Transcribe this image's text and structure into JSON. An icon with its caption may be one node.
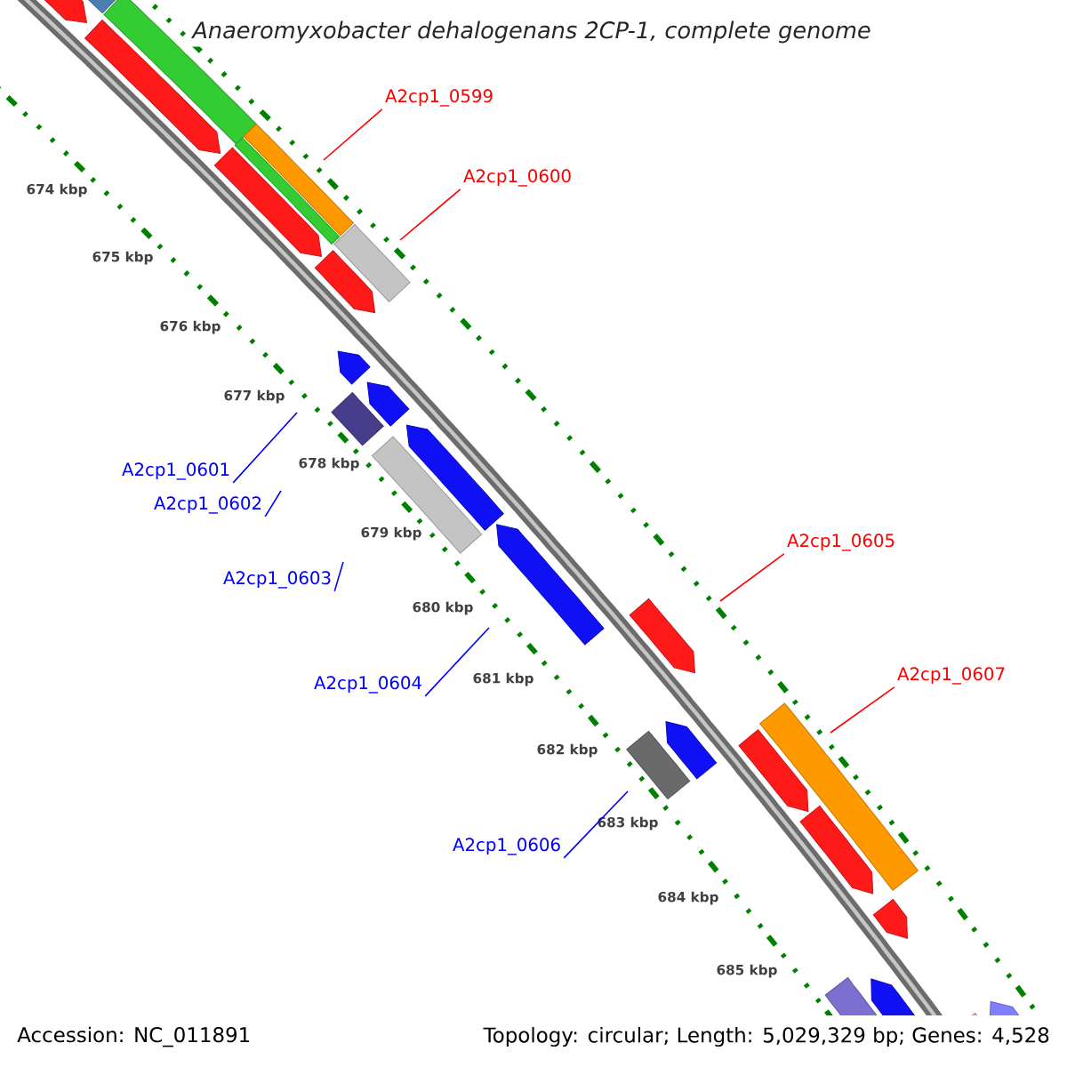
{
  "diagram": {
    "title": "Anaeromyxobacter dehalogenans 2CP-1, complete genome",
    "nodes": [
      {
        "text": [
          "A2cp1_0599"
        ]
      },
      {
        "text": [
          "A2cp1_0600"
        ]
      },
      {
        "text": [
          "A2cp1_0601"
        ]
      },
      {
        "text": [
          "A2cp1_0602"
        ]
      },
      {
        "text": [
          "A2cp1_0603"
        ]
      },
      {
        "text": [
          "A2cp1_0604"
        ]
      },
      {
        "text": [
          "A2cp1_0605"
        ]
      },
      {
        "text": [
          "A2cp1_0606"
        ]
      },
      {
        "text": [
          "A2cp1_0607"
        ]
      }
    ],
    "edges": [
      {
        "from": 0,
        "to": null,
        "arrow": "none",
        "color": "#ff0000"
      },
      {
        "from": 1,
        "to": null,
        "arrow": "none",
        "color": "#ff0000"
      },
      {
        "from": 2,
        "to": null,
        "arrow": "none",
        "color": "#0000ff"
      },
      {
        "from": 3,
        "to": null,
        "arrow": "none",
        "color": "#0000ff"
      },
      {
        "from": 4,
        "to": null,
        "arrow": "none",
        "color": "#0000ff"
      },
      {
        "from": 5,
        "to": null,
        "arrow": "none",
        "color": "#0000ff"
      },
      {
        "from": 6,
        "to": null,
        "arrow": "none",
        "color": "#ff0000"
      },
      {
        "from": 7,
        "to": null,
        "arrow": "none",
        "color": "#0000ff"
      },
      {
        "from": 8,
        "to": null,
        "arrow": "none",
        "color": "#ff0000"
      }
    ],
    "labels": [
      "674 kbp",
      "675 kbp",
      "676 kbp",
      "677 kbp",
      "678 kbp",
      "679 kbp",
      "680 kbp",
      "681 kbp",
      "682 kbp",
      "683 kbp",
      "684 kbp",
      "685 kbp",
      "Accession: NC_011891",
      "Topology: circular; Length: 5,029,329 bp; Genes: 4,528"
    ]
  }
}
